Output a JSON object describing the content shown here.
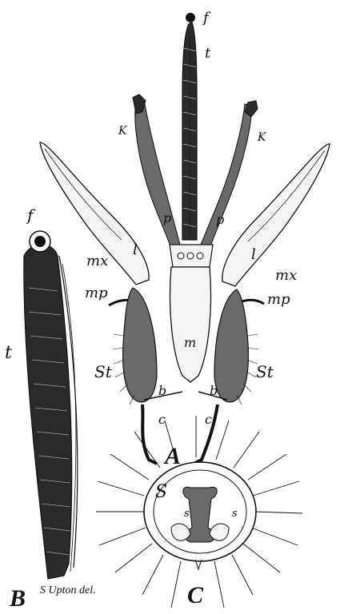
{
  "figure": {
    "labels": {
      "f_top": "f",
      "t_top": "t",
      "k_left": "K",
      "k_right": "K",
      "p_left": "p",
      "p_right": "p",
      "l_left": "l",
      "l_right": "l",
      "mx_left": "mx",
      "mx_right": "mx",
      "mp_left": "mp",
      "mp_right": "mp",
      "m_center": "m",
      "st_left": "St",
      "st_right": "St",
      "b_left": "b",
      "b_right": "b",
      "c_left": "c",
      "c_right": "c",
      "a_label": "A",
      "f_side": "f",
      "t_side": "t",
      "b_label": "B",
      "signature": "S Upton del.",
      "s_big": "S",
      "s_small_left": "s",
      "s_small_right": "s",
      "c_label": "C"
    }
  }
}
